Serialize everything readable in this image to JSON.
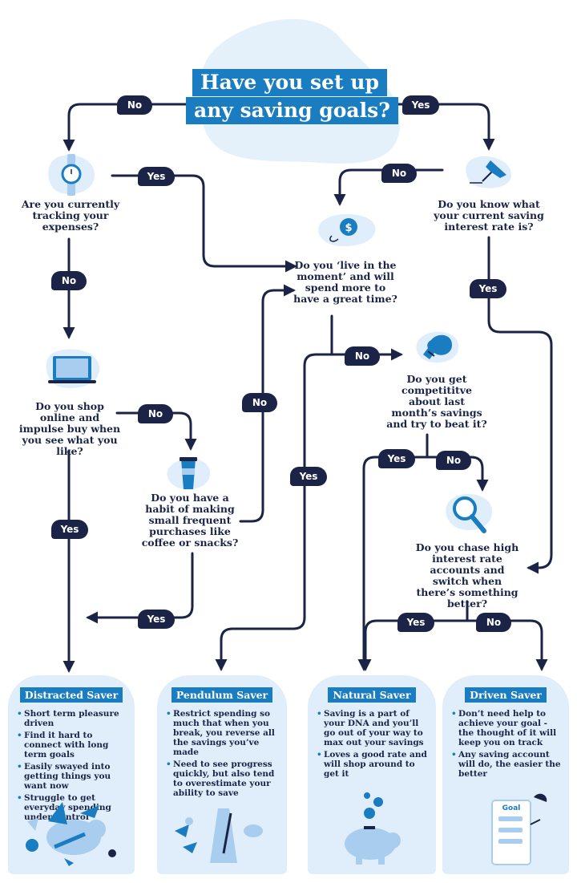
{
  "title": {
    "line1": "Have you set up",
    "line2": "any saving goals?"
  },
  "questions": {
    "tracking": "Are you currently tracking your expenses?",
    "rate": "Do you know what your current saving interest rate is?",
    "live": "Do you ‘live in the moment’ and will spend more to have a great time?",
    "shop": "Do you shop online and impulse buy when you see what you like?",
    "competitive": "Do you get competititve about last month’s savings and try to beat it?",
    "habit": "Do you have a habit of making small frequent purchases like coffee or snacks?",
    "chase": "Do you chase high interest rate accounts and switch when there’s something better?"
  },
  "labels": {
    "no": "No",
    "yes": "Yes"
  },
  "cards": [
    {
      "title": "Distracted Saver",
      "bullets": [
        "Short term pleasure driven",
        "Find it hard to connect with long term goals",
        "Easily swayed into getting things you want now",
        "Struggle to get everyday spending under control"
      ]
    },
    {
      "title": "Pendulum Saver",
      "bullets": [
        "Restrict spending so much that when you break, you reverse all the savings you’ve made",
        "Need to see progress quickly, but also tend to overestimate your ability to save"
      ]
    },
    {
      "title": "Natural Saver",
      "bullets": [
        "Saving is a part of your DNA and you’ll go out of your way to max out your savings",
        "Loves a good rate and will shop around to get it"
      ]
    },
    {
      "title": "Driven Saver",
      "bullets": [
        "Don’t need help to achieve your goal - the thought of it will keep you on track",
        "Any saving account will do, the easier the better"
      ]
    }
  ],
  "illustration_text": {
    "goal": "Goal"
  },
  "colors": {
    "navy": "#1b2447",
    "blue": "#1a7cc1",
    "pale": "#dfeefa",
    "light": "#a9cdee"
  },
  "icons": [
    "watch-icon",
    "pushpin-icon",
    "dollar-coin-icon",
    "laptop-icon",
    "boxing-glove-icon",
    "coffee-cup-icon",
    "magnifier-icon"
  ]
}
